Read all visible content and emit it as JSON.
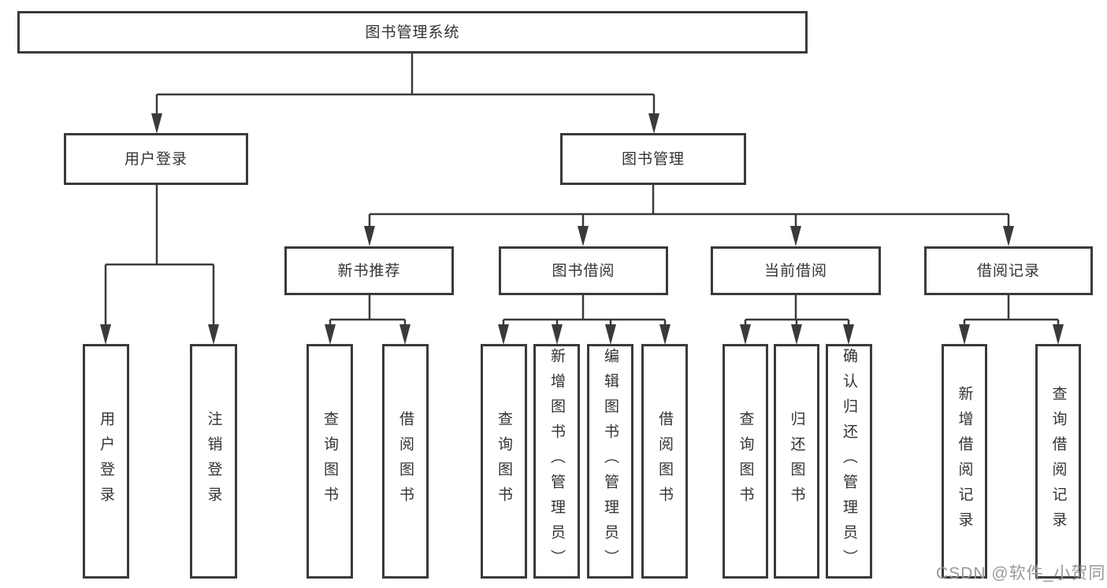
{
  "diagram": {
    "root": {
      "label": "图书管理系统"
    },
    "branches": [
      {
        "label": "用户登录",
        "children": [
          {
            "label": "用户登录"
          },
          {
            "label": "注销登录"
          }
        ]
      },
      {
        "label": "图书管理",
        "children": [
          {
            "label": "新书推荐",
            "children": [
              {
                "label": "查询图书"
              },
              {
                "label": "借阅图书"
              }
            ]
          },
          {
            "label": "图书借阅",
            "children": [
              {
                "label": "查询图书"
              },
              {
                "label": "新增图书（管理员）"
              },
              {
                "label": "编辑图书（管理员）"
              },
              {
                "label": "借阅图书"
              }
            ]
          },
          {
            "label": "当前借阅",
            "children": [
              {
                "label": "查询图书"
              },
              {
                "label": "归还图书"
              },
              {
                "label": "确认归还（管理员）"
              }
            ]
          },
          {
            "label": "借阅记录",
            "children": [
              {
                "label": "新增借阅记录"
              },
              {
                "label": "查询借阅记录"
              }
            ]
          }
        ]
      }
    ]
  },
  "watermark": {
    "text": "CSDN @软件_小贺同学"
  },
  "colors": {
    "line": "#3a3a3a",
    "text": "#333333",
    "watermark": "#999999",
    "background": "#ffffff"
  }
}
